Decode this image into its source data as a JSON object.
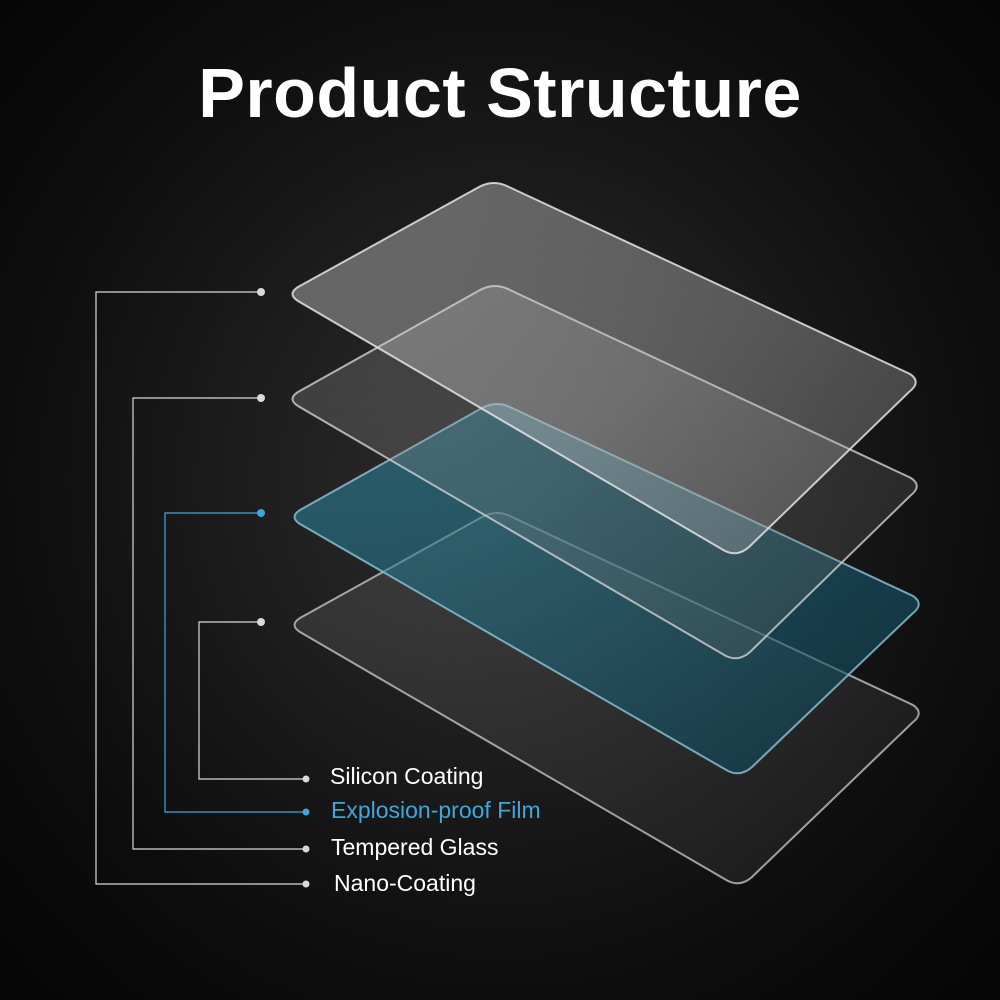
{
  "title": "Product Structure",
  "layers": [
    {
      "id": "nano",
      "label": "Nano-Coating",
      "color": "#ffffff"
    },
    {
      "id": "glass",
      "label": "Tempered Glass",
      "color": "#ffffff"
    },
    {
      "id": "film",
      "label": "Explosion-proof Film",
      "color": "#3ea7dd"
    },
    {
      "id": "silicon",
      "label": "Silicon Coating",
      "color": "#ffffff"
    }
  ],
  "colors": {
    "background": "#0d0d0d",
    "leader_line": "#d9d9d9",
    "accent": "#3ea7dd"
  }
}
